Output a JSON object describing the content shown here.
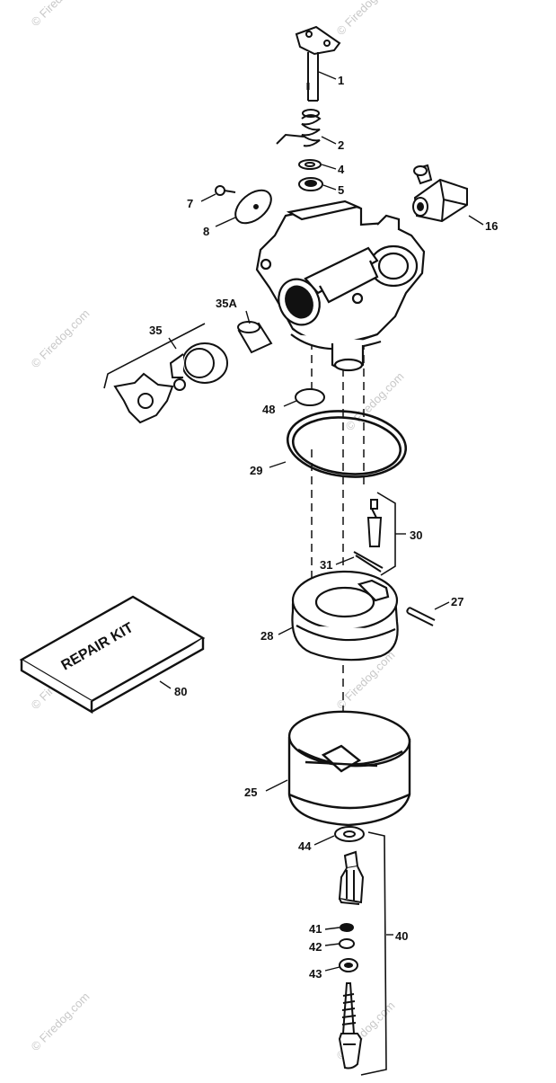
{
  "diagram": {
    "watermark": "© Firedog.com",
    "kit_text": "REPAIR KIT",
    "callouts": [
      "1",
      "2",
      "4",
      "5",
      "7",
      "8",
      "16",
      "35A",
      "35",
      "48",
      "29",
      "30",
      "31",
      "27",
      "28",
      "80",
      "25",
      "44",
      "41",
      "42",
      "43",
      "40"
    ]
  },
  "colors": {
    "ink": "#111111",
    "watermark": "#c8c8c8",
    "paper": "#ffffff"
  }
}
